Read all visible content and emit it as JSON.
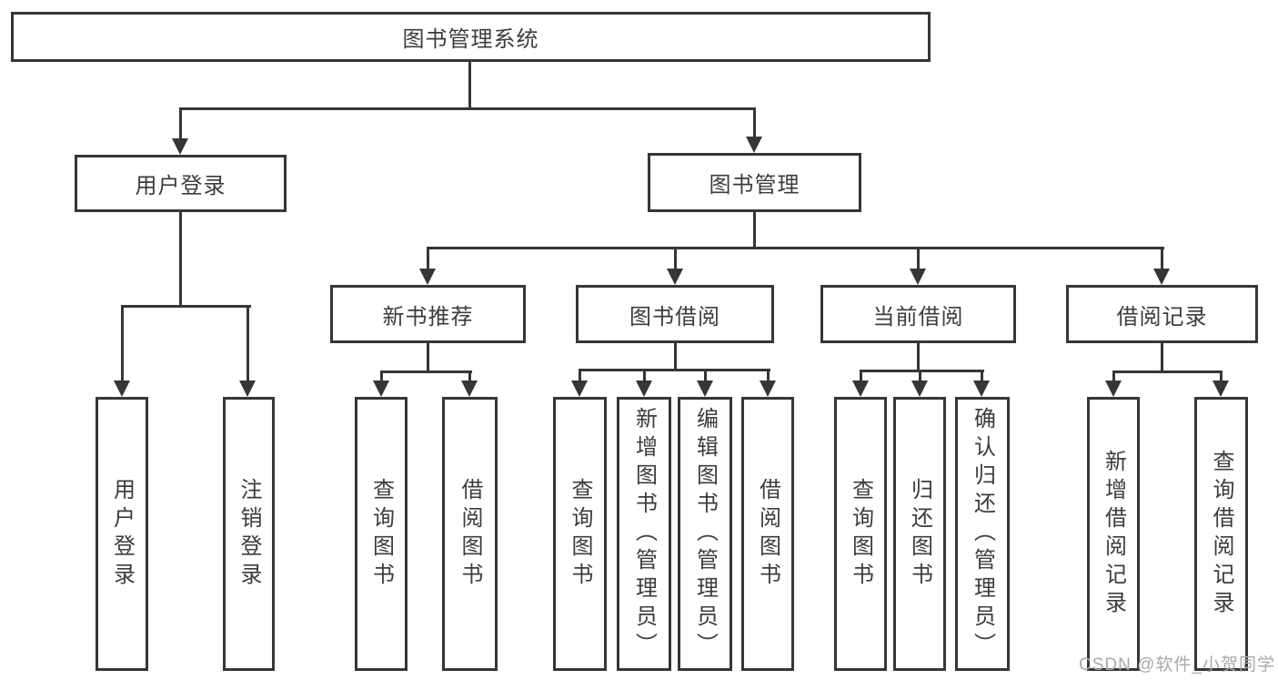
{
  "diagram": {
    "root": "图书管理系统",
    "level2": {
      "user_login": "用户登录",
      "book_management": "图书管理"
    },
    "level3": {
      "new_book_recommend": "新书推荐",
      "book_borrow": "图书借阅",
      "current_borrow": "当前借阅",
      "borrow_records": "借阅记录"
    },
    "leaves": {
      "user_login": [
        "用户登录",
        "注销登录"
      ],
      "new_book_recommend": [
        "查询图书",
        "借阅图书"
      ],
      "book_borrow": [
        "查询图书",
        "新增图书（管理员）",
        "编辑图书（管理员）",
        "借阅图书"
      ],
      "current_borrow": [
        "查询图书",
        "归还图书",
        "确认归还（管理员）"
      ],
      "borrow_records": [
        "新增借阅记录",
        "查询借阅记录"
      ]
    }
  },
  "watermark": "CSDN @软件_小贺同学",
  "colors": {
    "line": "#363636",
    "text": "#3c3c3c",
    "watermark": "#a9a9a9",
    "background": "#ffffff"
  }
}
